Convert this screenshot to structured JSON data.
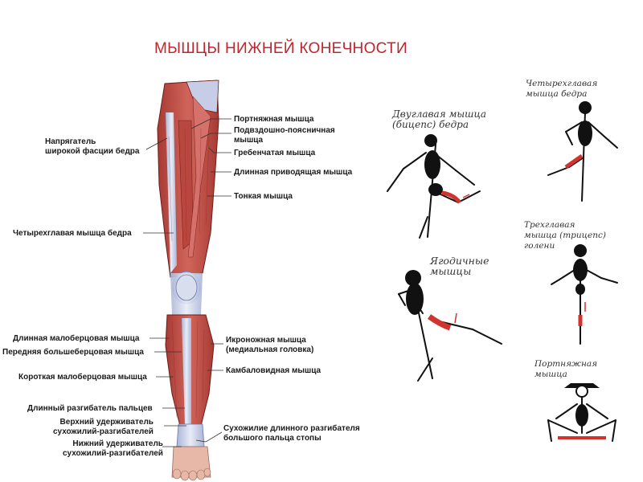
{
  "title": "МЫШЦЫ НИЖНЕЙ КОНЕЧНОСТИ",
  "colors": {
    "title": "#c0242c",
    "muscle": "#c9574f",
    "muscle_dark": "#8e2a25",
    "tendon": "#cfd6ea",
    "figure": "#111111",
    "accent": "#d0342c"
  },
  "labels": {
    "tensor_fasciae": "Напрягатель\nширокой фасции бедра",
    "quadriceps": "Четырехглавая мышца бедра",
    "peroneus_longus": "Длинная малоберцовая мышца",
    "tibialis_anterior": "Передняя большеберцовая мышца",
    "peroneus_brevis": "Короткая малоберцовая мышца",
    "extensor_digitorum": "Длинный разгибатель пальцев",
    "superior_retinaculum": "Верхний удерживатель\nсухожилий-разгибателей",
    "inferior_retinaculum": "Нижний удерживатель\nсухожилий-разгибателей",
    "sartorius": "Портняжная мышца",
    "iliopsoas": "Подвздошно-поясничная\nмышца",
    "pectineus": "Гребенчатая мышца",
    "adductor_longus": "Длинная приводящая мышца",
    "gracilis": "Тонкая мышца",
    "gastrocnemius": "Икроножная мышца\n(медиальная головка)",
    "soleus": "Камбаловидная мышца",
    "extensor_hallucis": "Сухожилие длинного разгибателя\nбольшого пальца стопы"
  },
  "panels": {
    "biceps": "Двуглавая мышца\n(бицепс) бедра",
    "quad": "Четырехглавая\nмышца бедра",
    "glutes": "Ягодичные\nмышцы",
    "triceps": "Трехглавая\nмышца (трицепс)\nголени",
    "sartorius": "Портняжная\nмышца"
  }
}
